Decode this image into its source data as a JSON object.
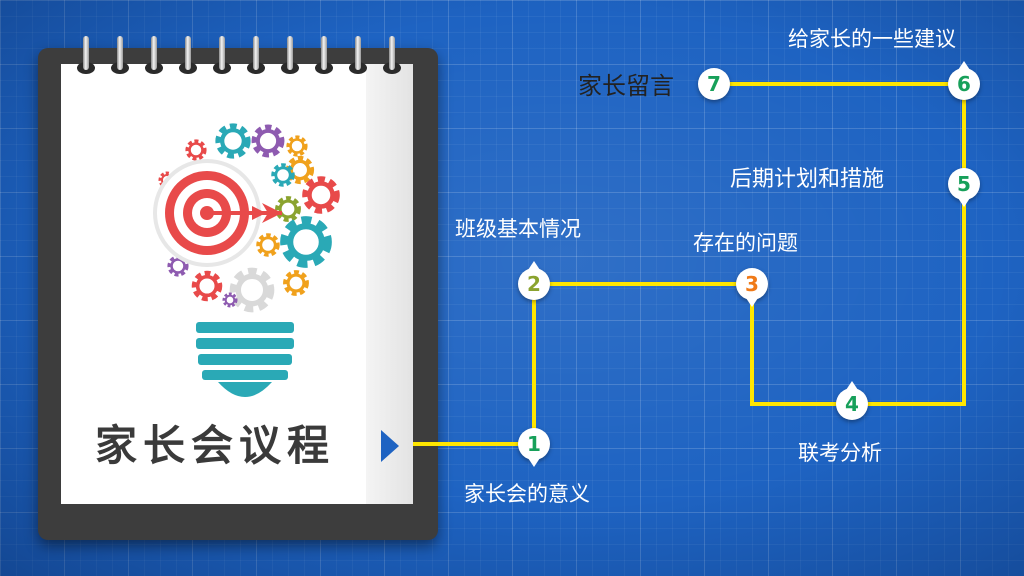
{
  "slide": {
    "title": "家长会议程",
    "colors": {
      "background": "#1e63c2",
      "path_line": "#ffe600",
      "node_green": "#17a05a",
      "node_olive": "#8ba32f",
      "node_orange": "#f07a18"
    }
  },
  "agenda": [
    {
      "number": "1",
      "label": "家长会的意义"
    },
    {
      "number": "2",
      "label": "班级基本情况"
    },
    {
      "number": "3",
      "label": "存在的问题"
    },
    {
      "number": "4",
      "label": "联考分析"
    },
    {
      "number": "5",
      "label": "后期计划和措施"
    },
    {
      "number": "6",
      "label": "给家长的一些建议"
    },
    {
      "number": "7",
      "label": "家长留言"
    }
  ],
  "icons": {
    "illustration": "lightbulb-target-gears-icon",
    "arrow": "play-arrow-icon"
  }
}
